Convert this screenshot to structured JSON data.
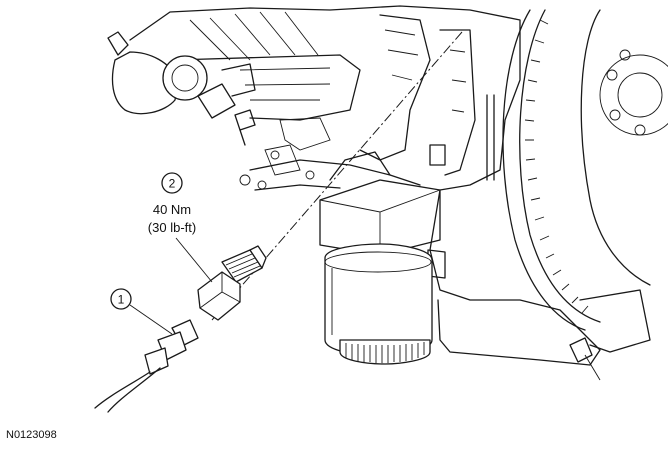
{
  "callouts": [
    {
      "number": "1"
    },
    {
      "number": "2",
      "torque_metric": "40 Nm",
      "torque_imperial": "(30 lb-ft)"
    }
  ],
  "figure_id": "N0123098"
}
